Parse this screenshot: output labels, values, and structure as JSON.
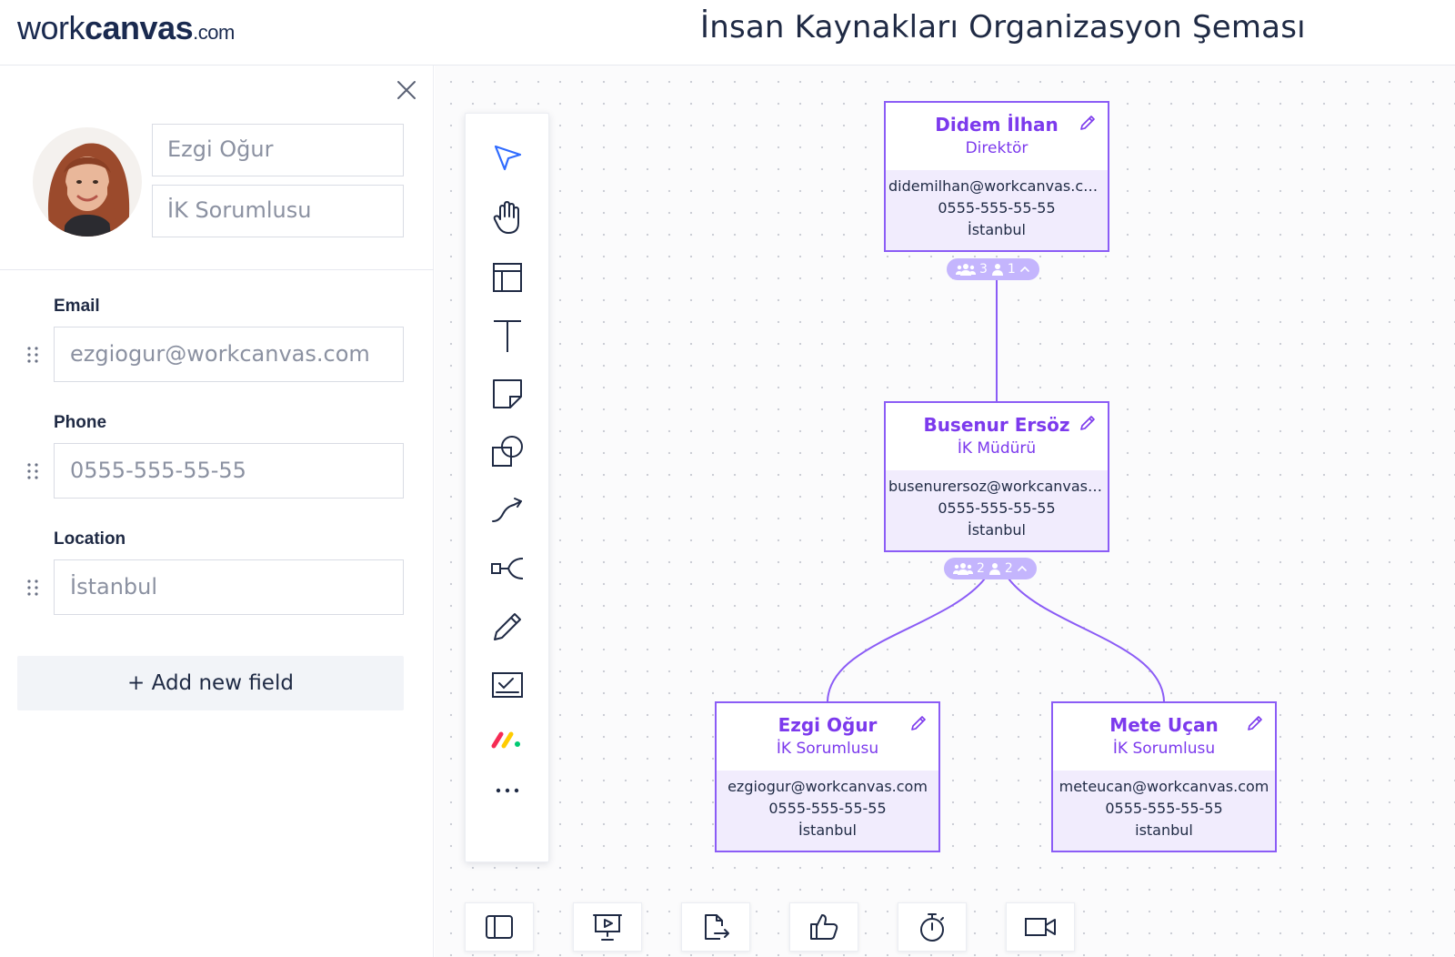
{
  "header": {
    "logo_light": "work",
    "logo_bold": "canvas",
    "logo_domain": ".com",
    "title": "İnsan Kaynakları Organizasyon Şeması"
  },
  "panel": {
    "name": "Ezgi Oğur",
    "title": "İK Sorumlusu",
    "fields": [
      {
        "label": "Email",
        "value": "ezgiogur@workcanvas.com"
      },
      {
        "label": "Phone",
        "value": "0555-555-55-55"
      },
      {
        "label": "Location",
        "value": "İstanbul"
      }
    ],
    "add_field": "+ Add new field"
  },
  "toolbar": {
    "tools": [
      "select-icon",
      "hand-icon",
      "layout-icon",
      "text-icon",
      "sticky-note-icon",
      "shapes-icon",
      "connector-icon",
      "mindmap-icon",
      "pen-icon",
      "checklist-icon",
      "monday-icon",
      "more-icon"
    ]
  },
  "bottom_bar": {
    "buttons": [
      "sidebar-icon",
      "presentation-icon",
      "export-icon",
      "like-icon",
      "timer-icon",
      "video-icon"
    ]
  },
  "org": {
    "nodes": [
      {
        "name": "Didem İlhan",
        "role": "Direktör",
        "email": "didemilhan@workcanvas.com",
        "phone": "0555-555-55-55",
        "location": "İstanbul"
      },
      {
        "name": "Busenur Ersöz",
        "role": "İK Müdürü",
        "email": "busenurersoz@workcanvas.com",
        "phone": "0555-555-55-55",
        "location": "İstanbul"
      },
      {
        "name": "Ezgi Oğur",
        "role": "İK Sorumlusu",
        "email": "ezgiogur@workcanvas.com",
        "phone": "0555-555-55-55",
        "location": "İstanbul"
      },
      {
        "name": "Mete Uçan",
        "role": "İK Sorumlusu",
        "email": "meteucan@workcanvas.com",
        "phone": "0555-555-55-55",
        "location": "istanbul"
      }
    ],
    "badges": [
      {
        "team_count": "3",
        "direct_count": "1"
      },
      {
        "team_count": "2",
        "direct_count": "2"
      }
    ]
  },
  "colors": {
    "accent": "#7c3aed",
    "card_border": "#8b5cf6",
    "card_body": "#f1ecfd",
    "pill": "#c4b5fd"
  }
}
